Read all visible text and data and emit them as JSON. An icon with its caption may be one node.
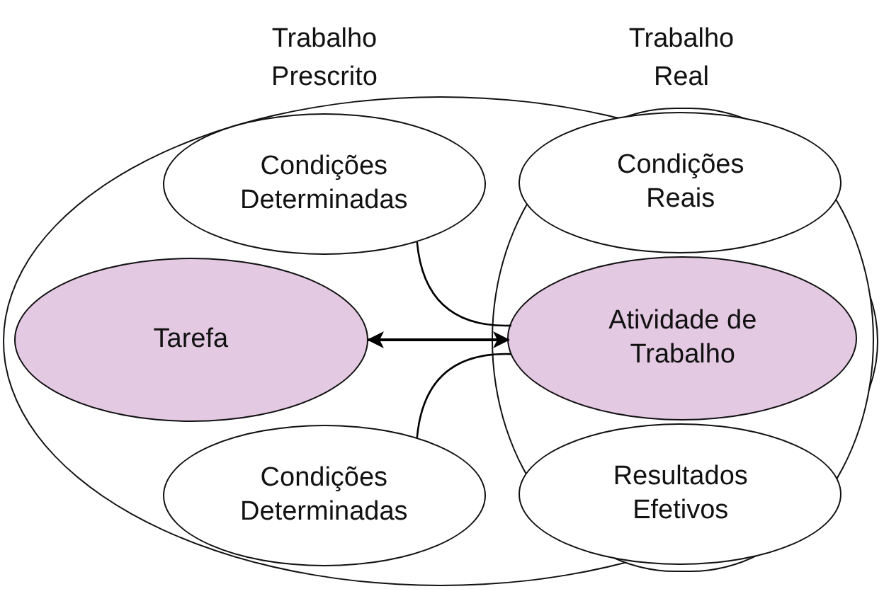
{
  "diagram": {
    "nodes": [
      {
        "text": [],
        "shape": "ellipse"
      },
      {
        "text": [
          "Condições Determinadas"
        ],
        "in": 0
      },
      {
        "text": [],
        "shape": "band",
        "in": 0
      },
      {
        "text": [
          "Condições Reais"
        ],
        "in": 2
      },
      {
        "text": [
          "Tarefa"
        ],
        "in": 0
      },
      {
        "text": [
          "Atividade de Trabalho"
        ],
        "in": 2
      },
      {
        "text": [
          "Condições Determinadas"
        ],
        "in": 0
      },
      {
        "text": [
          "Resultados Efetivos"
        ],
        "in": 2
      }
    ],
    "edges": [
      {
        "from": 4,
        "to": 5,
        "arrow": "both"
      },
      {
        "from": 1,
        "to": 5,
        "arrow": "none"
      },
      {
        "from": 6,
        "to": 5,
        "arrow": "none"
      }
    ],
    "labels": [
      "Trabalho Prescrito",
      "Trabalho Real"
    ]
  }
}
